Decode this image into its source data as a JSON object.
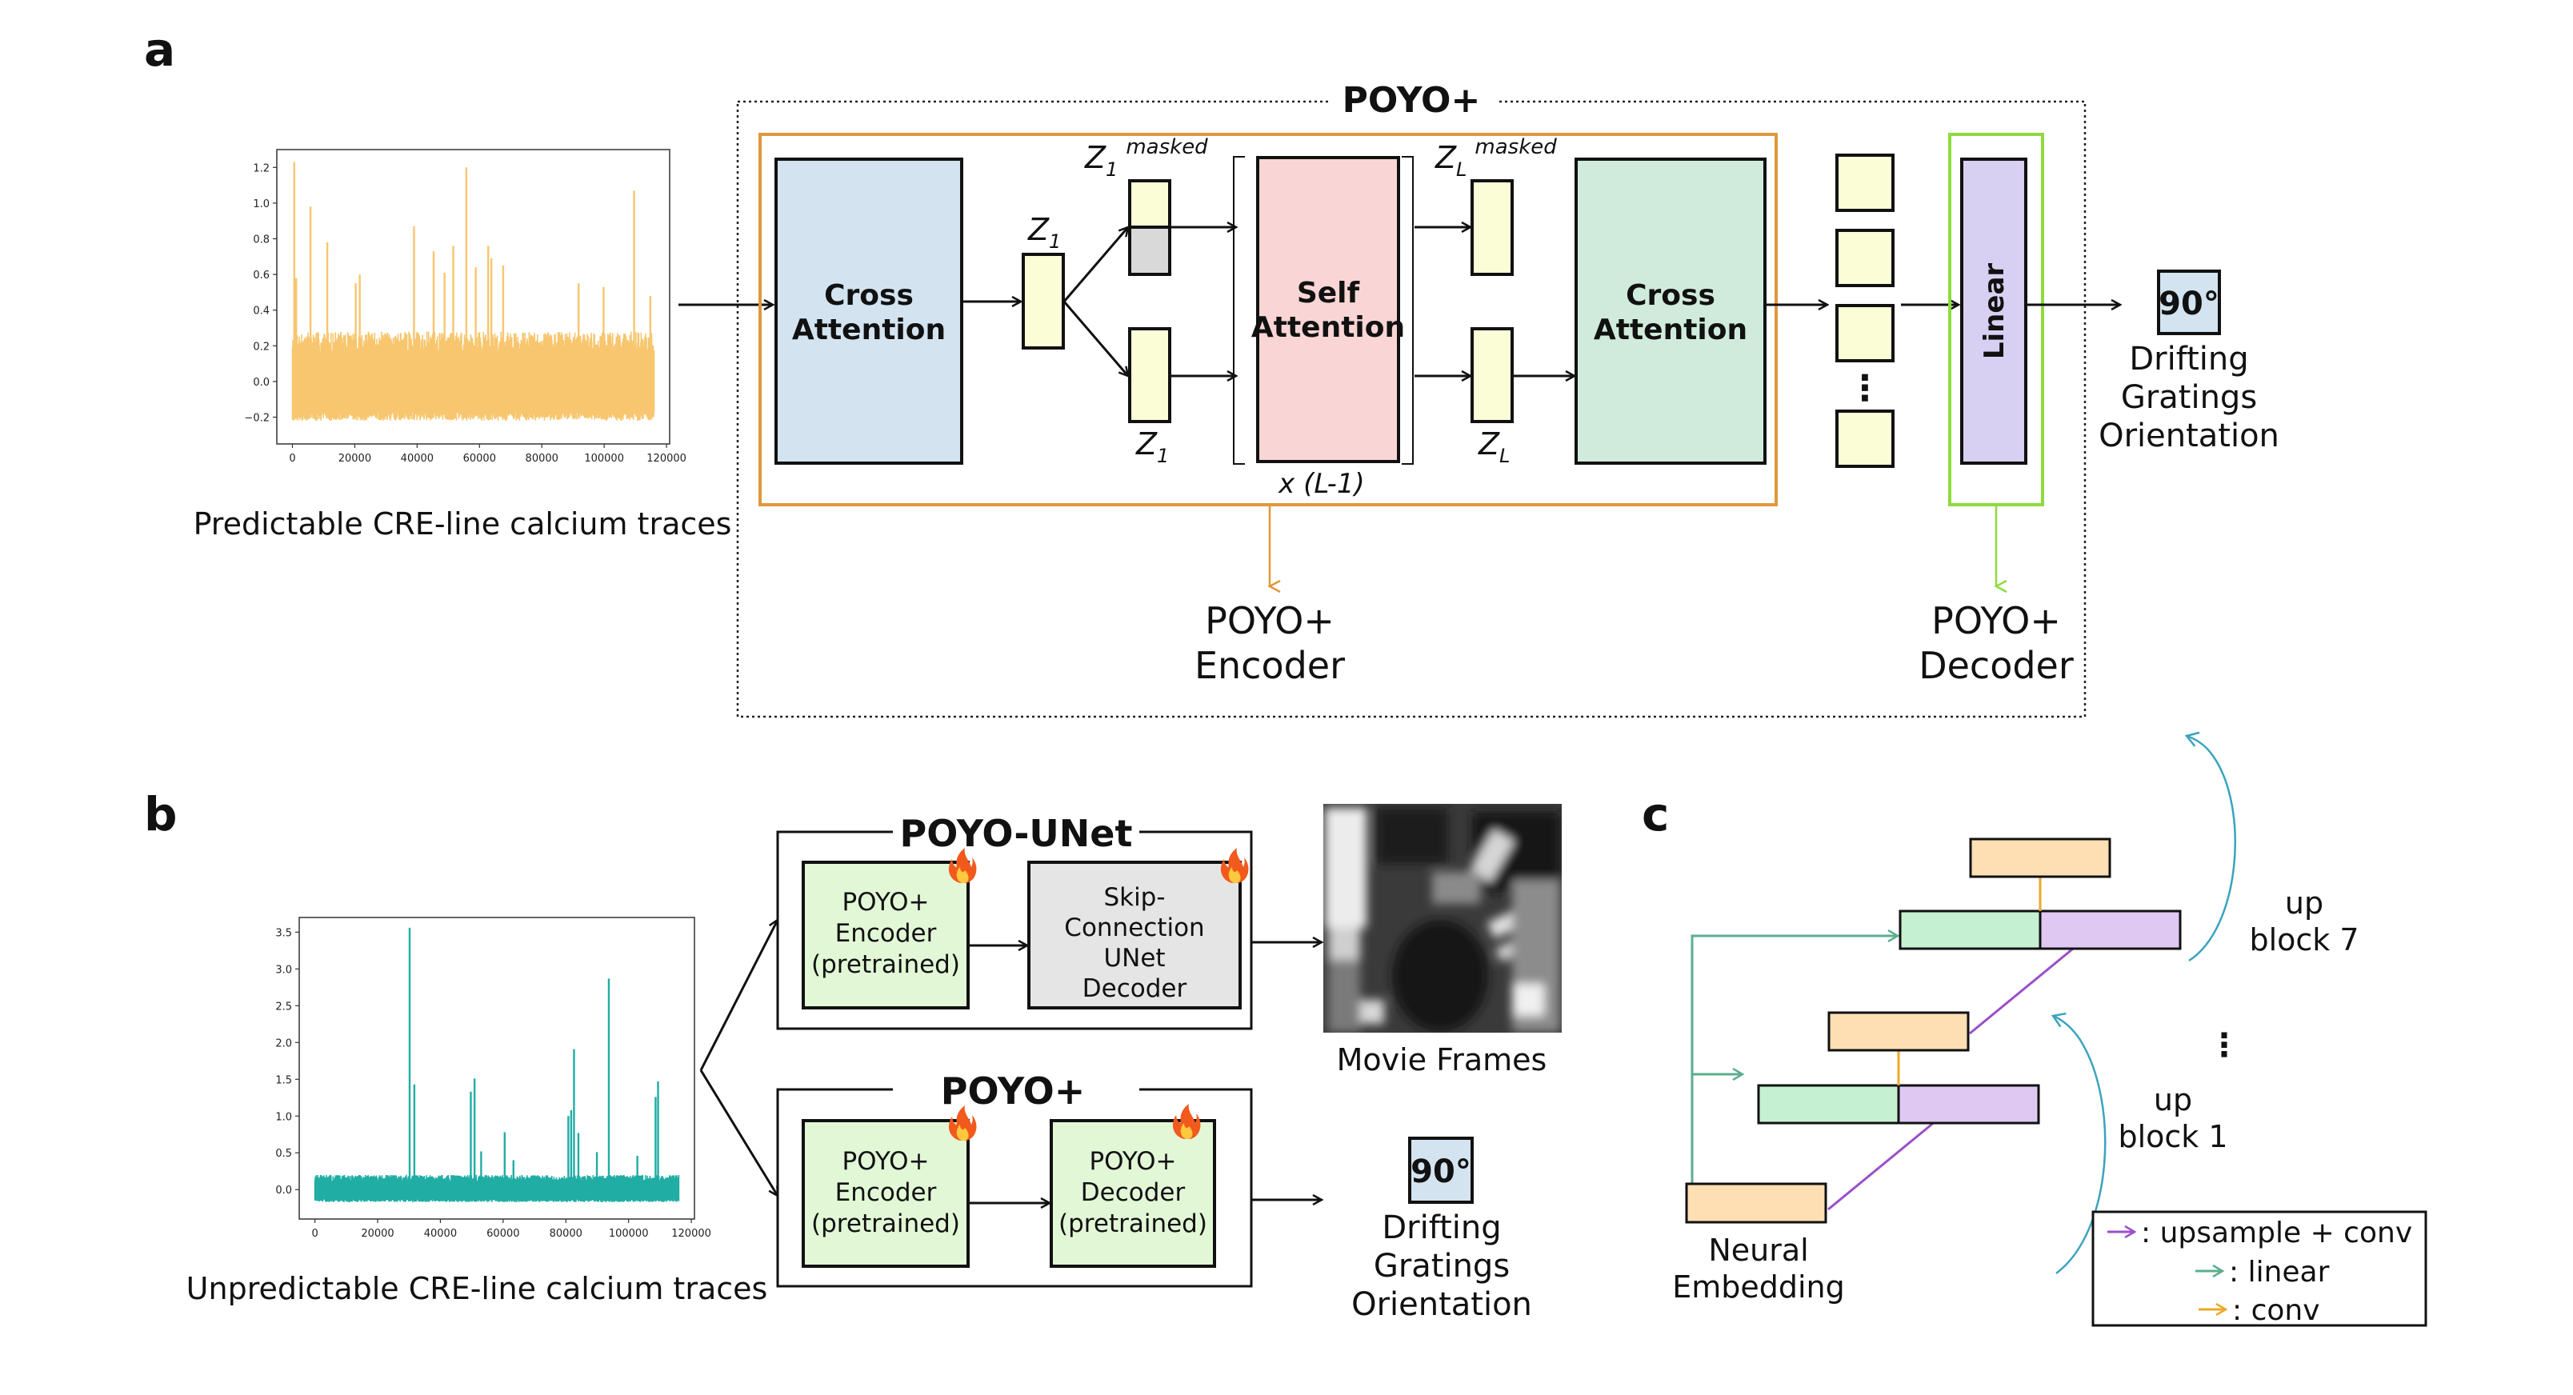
{
  "panel_labels": {
    "a": "a",
    "b": "b",
    "c": "c"
  },
  "panel_a": {
    "trace_caption": "Predictable CRE-line calcium traces",
    "poyo_title": "POYO+",
    "cross_attention_1": [
      "Cross",
      "Attention"
    ],
    "z1_label": "Z",
    "z1_sub": "1",
    "z1_masked_label": "Z",
    "z1_masked_sub": "1",
    "z1_masked_sup": "masked",
    "z1_bottom_label": "Z",
    "z1_bottom_sub": "1",
    "self_attention": [
      "Self",
      "Attention"
    ],
    "repeat_label": "x (L-1)",
    "zl_masked_label": "Z",
    "zl_masked_sub": "L",
    "zl_masked_sup": "masked",
    "zl_bottom_label": "Z",
    "zl_bottom_sub": "L",
    "cross_attention_2": [
      "Cross",
      "Attention"
    ],
    "ellipsis": "⋮",
    "linear_label": "Linear",
    "output_value": "90°",
    "output_caption": [
      "Drifting",
      "Gratings",
      "Orientation"
    ],
    "encoder_caption": [
      "POYO+",
      "Encoder"
    ],
    "decoder_caption": [
      "POYO+",
      "Decoder"
    ],
    "colors": {
      "encoder_border": "#E0983C",
      "decoder_border": "#8EDB3E",
      "cross_attention_fill": "#D3E3F0",
      "self_attention_fill": "#F9D5D5",
      "cross_attention_2_fill": "#D0EBDB",
      "latent_fill": "#FAFDD6",
      "masked_fill": "#D9D9D9",
      "linear_fill": "#D8D0F2",
      "output_fill": "#D3E3F0"
    }
  },
  "panel_b": {
    "trace_caption": "Unpredictable CRE-line calcium traces",
    "unet_title": "POYO-UNet",
    "unet_encoder": [
      "POYO+",
      "Encoder",
      "(pretrained)"
    ],
    "unet_decoder": [
      "Skip-",
      "Connection",
      "UNet",
      "Decoder"
    ],
    "movie_caption": "Movie Frames",
    "poyo_title": "POYO+",
    "poyo_encoder": [
      "POYO+",
      "Encoder",
      "(pretrained)"
    ],
    "poyo_decoder": [
      "POYO+",
      "Decoder",
      "(pretrained)"
    ],
    "output_value": "90°",
    "output_caption": [
      "Drifting",
      "Gratings",
      "Orientation"
    ],
    "trainable_icon": "fire-icon",
    "colors": {
      "module_fill": "#E2F7D6",
      "unet_decoder_fill": "#E5E5E5"
    }
  },
  "panel_c": {
    "input_caption": [
      "Neural",
      "Embedding"
    ],
    "up_block_1": [
      "up",
      "block 1"
    ],
    "up_block_7": [
      "up",
      "block 7"
    ],
    "ellipsis": "⋮",
    "legend": [
      {
        "arrow_color": "#9B4FC7",
        "label": ": upsample + conv"
      },
      {
        "arrow_color": "#5BAE8E",
        "label": ": linear"
      },
      {
        "arrow_color": "#EDA829",
        "label": ": conv"
      }
    ],
    "colors": {
      "embedding_fill": "#FDDFB3",
      "linear_part_fill": "#C6F0D2",
      "upsample_part_fill": "#DFC8F2",
      "curve_color": "#3AA3BE"
    }
  },
  "chart_data": [
    {
      "type": "line",
      "title": "",
      "xlabel": "",
      "ylabel": "",
      "series_color": "#F7C66E",
      "xlim": [
        -5000,
        121000
      ],
      "ylim": [
        -0.35,
        1.3
      ],
      "xticks": [
        "0",
        "20000",
        "40000",
        "60000",
        "80000",
        "100000",
        "120000"
      ],
      "yticks": [
        "−0.2",
        "0.0",
        "0.2",
        "0.4",
        "0.6",
        "0.8",
        "1.0",
        "1.2"
      ],
      "xtick_values": [
        0,
        20000,
        40000,
        60000,
        80000,
        100000,
        120000
      ],
      "ytick_values": [
        -0.2,
        0.0,
        0.2,
        0.4,
        0.6,
        0.8,
        1.0,
        1.2
      ],
      "x_extent": [
        0,
        116000
      ],
      "baseline_band": [
        -0.22,
        0.28
      ],
      "peaks": [
        {
          "x": 600,
          "y": 1.23
        },
        {
          "x": 1200,
          "y": 0.58
        },
        {
          "x": 5800,
          "y": 0.98
        },
        {
          "x": 11200,
          "y": 0.78
        },
        {
          "x": 20300,
          "y": 0.55
        },
        {
          "x": 21600,
          "y": 0.6
        },
        {
          "x": 39000,
          "y": 0.87
        },
        {
          "x": 45300,
          "y": 0.73
        },
        {
          "x": 48800,
          "y": 0.61
        },
        {
          "x": 51600,
          "y": 0.76
        },
        {
          "x": 55800,
          "y": 1.2
        },
        {
          "x": 58800,
          "y": 0.64
        },
        {
          "x": 62800,
          "y": 0.76
        },
        {
          "x": 63800,
          "y": 0.69
        },
        {
          "x": 67600,
          "y": 0.65
        },
        {
          "x": 91800,
          "y": 0.55
        },
        {
          "x": 99800,
          "y": 0.53
        },
        {
          "x": 109600,
          "y": 1.07
        },
        {
          "x": 114800,
          "y": 0.48
        }
      ]
    },
    {
      "type": "line",
      "title": "",
      "xlabel": "",
      "ylabel": "",
      "series_color": "#20ADA4",
      "xlim": [
        -5000,
        121000
      ],
      "ylim": [
        -0.4,
        3.7
      ],
      "xticks": [
        "0",
        "20000",
        "40000",
        "60000",
        "80000",
        "100000",
        "120000"
      ],
      "yticks": [
        "0.0",
        "0.5",
        "1.0",
        "1.5",
        "2.0",
        "2.5",
        "3.0",
        "3.5"
      ],
      "xtick_values": [
        0,
        20000,
        40000,
        60000,
        80000,
        100000,
        120000
      ],
      "ytick_values": [
        0.0,
        0.5,
        1.0,
        1.5,
        2.0,
        2.5,
        3.0,
        3.5
      ],
      "x_extent": [
        0,
        116000
      ],
      "baseline_band": [
        -0.17,
        0.2
      ],
      "peaks": [
        {
          "x": 30200,
          "y": 3.56
        },
        {
          "x": 31700,
          "y": 1.43
        },
        {
          "x": 49700,
          "y": 1.33
        },
        {
          "x": 50900,
          "y": 1.51
        },
        {
          "x": 53000,
          "y": 0.52
        },
        {
          "x": 60500,
          "y": 0.78
        },
        {
          "x": 63300,
          "y": 0.4
        },
        {
          "x": 80800,
          "y": 1.0
        },
        {
          "x": 81700,
          "y": 1.08
        },
        {
          "x": 82600,
          "y": 1.91
        },
        {
          "x": 84000,
          "y": 0.77
        },
        {
          "x": 89900,
          "y": 0.51
        },
        {
          "x": 93700,
          "y": 2.87
        },
        {
          "x": 102800,
          "y": 0.46
        },
        {
          "x": 108600,
          "y": 1.26
        },
        {
          "x": 109400,
          "y": 1.47
        }
      ]
    }
  ]
}
